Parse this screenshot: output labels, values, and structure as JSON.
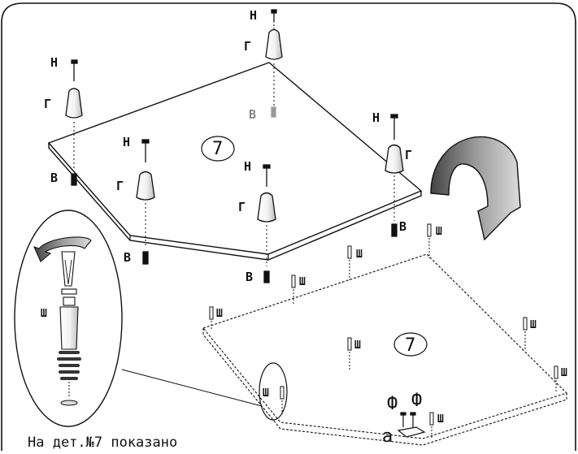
{
  "labels": {
    "nut": "Н",
    "cap": "Г",
    "bolt": "В",
    "screw": "Ш",
    "pin": "Ф",
    "part_a": "а",
    "part_number": "7"
  },
  "caption": "На дет.№7 показано"
}
